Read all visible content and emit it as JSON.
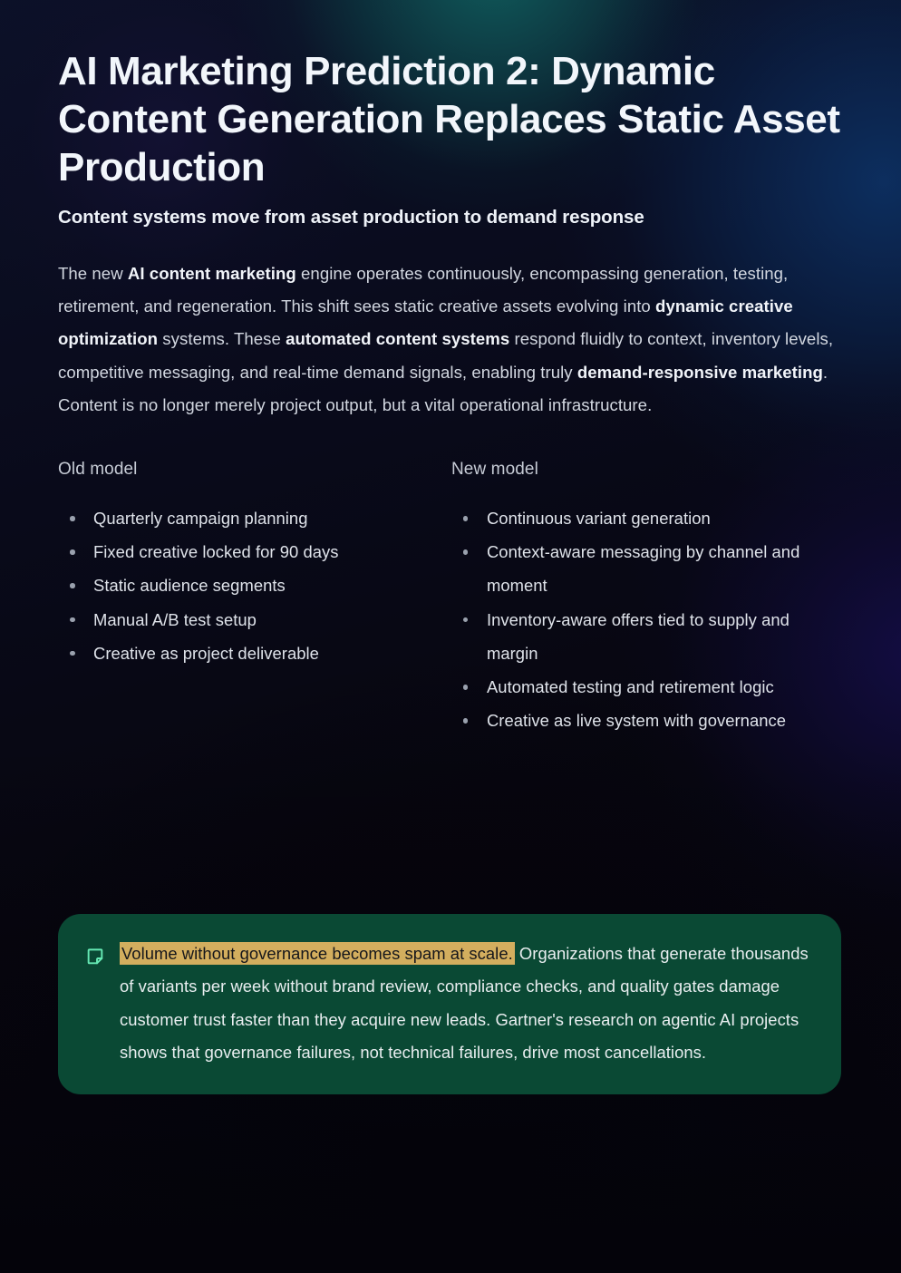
{
  "theme": {
    "page_background": "#07060f",
    "text_primary": "#f2f6fb",
    "text_body": "#d2d7e0",
    "text_muted": "#c6cbd5",
    "callout_background": "#0a4934",
    "callout_icon_color": "#66e9b4",
    "highlight_background": "#d3ae5e",
    "highlight_text": "#15161b",
    "glow_teal": "#10605f",
    "glow_blue": "#0d3062",
    "glow_indigo": "#160f50"
  },
  "header": {
    "title": "AI Marketing Prediction 2: Dynamic Content Generation Replaces Static Asset Production",
    "subtitle": "Content systems move from asset production to demand response"
  },
  "intro": {
    "segments": [
      {
        "text": "The new ",
        "bold": false
      },
      {
        "text": "AI content marketing",
        "bold": true
      },
      {
        "text": " engine operates continuously, encompassing generation, testing, retirement, and regeneration. This shift sees static creative assets evolving into ",
        "bold": false
      },
      {
        "text": "dynamic creative optimization",
        "bold": true
      },
      {
        "text": " systems. These ",
        "bold": false
      },
      {
        "text": "automated content systems",
        "bold": true
      },
      {
        "text": " respond fluidly to context, inventory levels, competitive messaging, and real-time demand signals, enabling truly ",
        "bold": false
      },
      {
        "text": "demand-responsive marketing",
        "bold": true
      },
      {
        "text": ". Content is no longer merely project output, but a vital operational infrastructure.",
        "bold": false
      }
    ]
  },
  "comparison": {
    "columns": [
      {
        "heading": "Old model",
        "items": [
          "Quarterly campaign planning",
          "Fixed creative locked for 90 days",
          "Static audience segments",
          "Manual A/B test setup",
          "Creative as project deliverable"
        ]
      },
      {
        "heading": "New model",
        "items": [
          "Continuous variant generation",
          "Context-aware messaging by channel and moment",
          "Inventory-aware offers tied to supply and margin",
          "Automated testing and retirement logic",
          "Creative as live system with governance"
        ]
      }
    ]
  },
  "callout": {
    "icon": "sticky-note-icon",
    "highlight": "Volume without governance becomes spam at scale.",
    "body": " Organizations that generate thousands of variants per week without brand review, compliance checks, and quality gates damage customer trust faster than they acquire new leads. Gartner's research on agentic AI projects shows that governance failures, not technical failures, drive most cancellations."
  }
}
